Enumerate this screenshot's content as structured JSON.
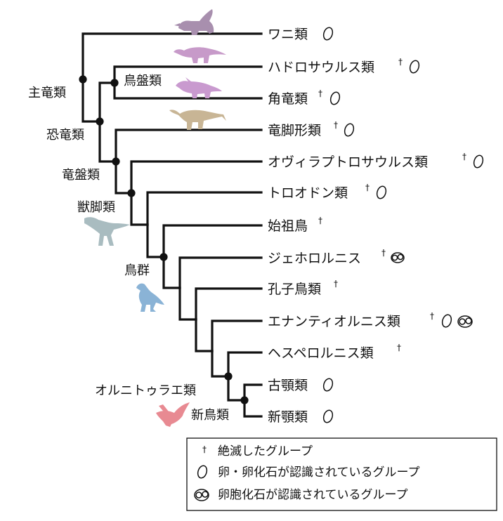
{
  "taxa": {
    "crocodilia": "ワニ類",
    "hadrosaurs": "ハドロサウルス類",
    "ceratopsians": "角竜類",
    "sauropodomorphs": "竜脚形類",
    "oviraptorosaurs": "オヴィラプトロサウルス類",
    "troodontids": "トロオドン類",
    "archaeopteryx": "始祖鳥",
    "jeholornis": "ジェホロルニス",
    "confuciusornithids": "孔子鳥類",
    "enantiornithes": "エナンティオルニス類",
    "hesperornithes": "ヘスペロルニス類",
    "palaeognathae": "古顎類",
    "neognathae": "新顎類"
  },
  "clades": {
    "archosauria": "主竜類",
    "ornithischia": "鳥盤類",
    "dinosauria": "恐竜類",
    "saurischia": "竜盤類",
    "theropoda": "獣脚類",
    "avialae": "鳥群",
    "ornithurae": "オルニトゥラエ類",
    "neornithes": "新鳥類"
  },
  "symbols": {
    "dagger": "†"
  },
  "legend": {
    "extinct": "絶滅したグループ",
    "eggs": "卵・卵化石が認識されているグループ",
    "embryos": "卵胞化石が認識されているグループ"
  },
  "icons": {
    "crocodile": "crocodile-silhouette-icon",
    "hadrosaur": "hadrosaur-silhouette-icon",
    "ceratopsian": "ceratopsian-silhouette-icon",
    "sauropodomorph": "sauropodomorph-silhouette-icon",
    "theropod": "theropod-silhouette-icon",
    "early-bird": "early-bird-silhouette-icon",
    "modern-bird": "modern-bird-silhouette-icon",
    "egg": "egg-icon",
    "embryo-egg": "embryo-egg-icon"
  },
  "colors": {
    "crocodile": "#a88fae",
    "hadrosaur": "#c79ac9",
    "ceratopsian": "#c99acf",
    "sauropodomorph": "#c8b595",
    "theropod": "#a9bcc0",
    "early_bird": "#8ab3d6",
    "modern_bird": "#e88a92"
  }
}
